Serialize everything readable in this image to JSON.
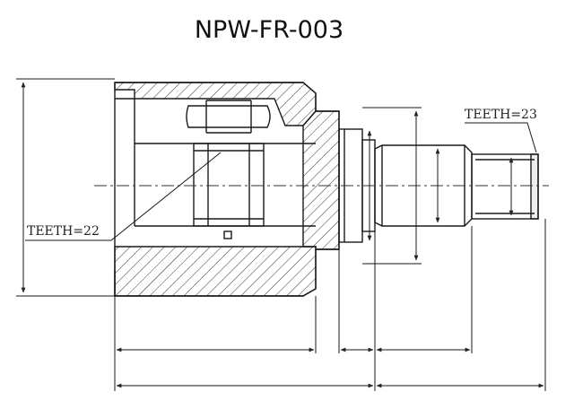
{
  "title": "NPW-FR-003",
  "labels": {
    "teeth_inner": "TEETH=22",
    "teeth_outer": "TEETH=23"
  },
  "colors": {
    "line": "#1a1a1a",
    "center_line": "#333333"
  }
}
